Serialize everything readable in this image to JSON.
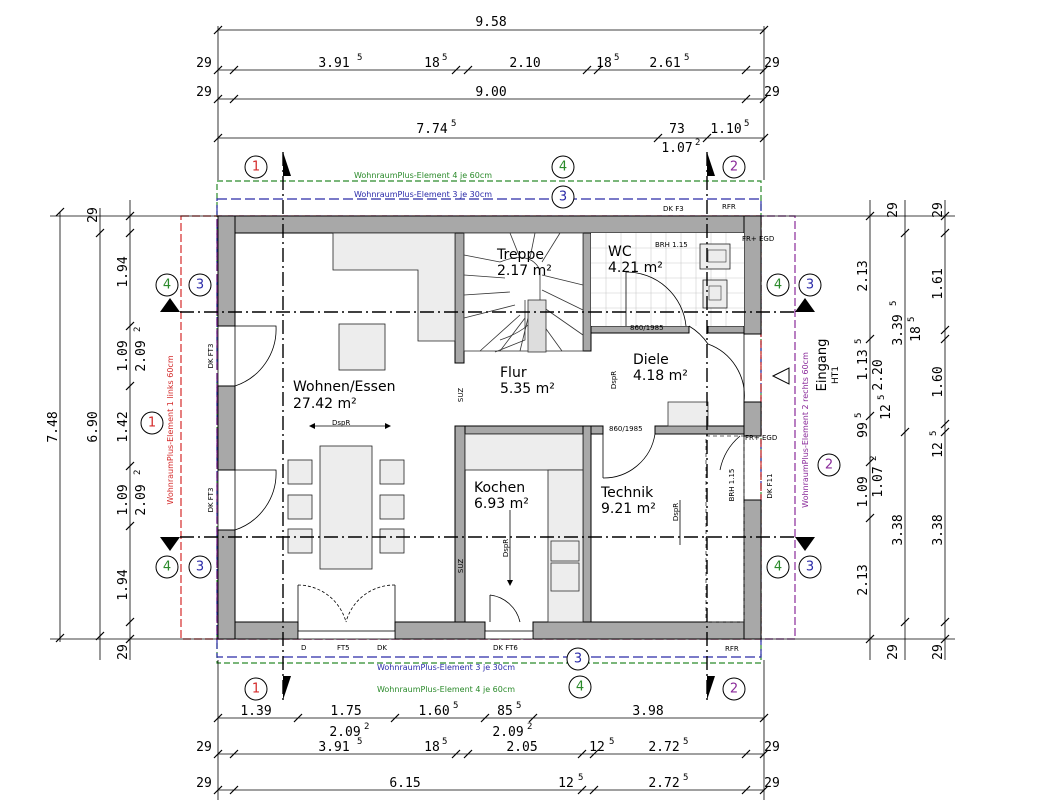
{
  "dimensions": {
    "top": {
      "overall": "9.58",
      "row2": [
        "29",
        "3.91",
        "5",
        "18",
        "5",
        "2.10",
        "18",
        "5",
        "2.61",
        "5",
        "29"
      ],
      "row3": [
        "29",
        "9.00",
        "29"
      ],
      "row4": [
        "7.74",
        "5",
        "73",
        "1.10",
        "5",
        "1.07",
        "2"
      ]
    },
    "bottom": {
      "row1": [
        "1.39",
        "1.75",
        "1.60",
        "5",
        "85",
        "5",
        "3.98"
      ],
      "row1b": [
        "2.09",
        "2",
        "2.09",
        "2"
      ],
      "row2": [
        "29",
        "3.91",
        "5",
        "18",
        "5",
        "2.05",
        "12",
        "5",
        "2.72",
        "5",
        "29"
      ],
      "row3": [
        "29",
        "6.15",
        "12",
        "5",
        "2.72",
        "5",
        "29"
      ]
    },
    "left": {
      "overall": "7.48",
      "inner": "6.90",
      "segments": [
        "29",
        "1.94",
        "1.09",
        "2.09",
        "2",
        "1.42",
        "1.09",
        "2.09",
        "2",
        "1.94",
        "29"
      ]
    },
    "right": {
      "col1": [
        "29",
        "2.13",
        "1.13",
        "5",
        "2.20",
        "99",
        "5",
        "12",
        "5",
        "1.09",
        "1.07",
        "2",
        "2.13",
        "29"
      ],
      "col2": [
        "3.39",
        "5",
        "3.38"
      ],
      "col3": [
        "29",
        "1.61",
        "18",
        "5",
        "1.60",
        "12",
        "5",
        "3.38",
        "29"
      ]
    }
  },
  "rooms": {
    "treppe": {
      "name": "Treppe",
      "area": "2.17 m²"
    },
    "wc": {
      "name": "WC",
      "area": "4.21 m²"
    },
    "wohnen": {
      "name": "Wohnen/Essen",
      "area": "27.42 m²"
    },
    "flur": {
      "name": "Flur",
      "area": "5.35 m²"
    },
    "diele": {
      "name": "Diele",
      "area": "4.18 m²"
    },
    "kochen": {
      "name": "Kochen",
      "area": "6.93 m²"
    },
    "technik": {
      "name": "Technik",
      "area": "9.21 m²"
    }
  },
  "wall_elements": {
    "top_green": "WohnraumPlus-Element 4 je 60cm",
    "top_blue": "WohnraumPlus-Element 3 je 30cm",
    "bottom_blue": "WohnraumPlus-Element 3 je 30cm",
    "bottom_green": "WohnraumPlus-Element 4 je 60cm",
    "left_red": "WohnraumPlus-Element 1 links 60cm",
    "right_purple": "WohnraumPlus-Element 2 rechts 60cm"
  },
  "labels": {
    "eingang": "Eingang",
    "ht1": "HT1",
    "rfr": "RFR",
    "dk_ft3": "DK FT3",
    "dk_ft3b": "DK FT3",
    "dk_f11": "DK F11",
    "dk_f3": "DK F3",
    "d": "D",
    "ft5": "FT5",
    "dk": "DK",
    "dk_ft6": "DK FT6",
    "suz1": "SUZ",
    "suz2": "SUZ",
    "dspr1": "DspR",
    "dspr2": "DspR",
    "dspr3": "DspR",
    "dspr4": "DspR",
    "brh1": "BRH 1.15",
    "brh2": "BRH 1.15",
    "h1": "860/1985",
    "h2": "860/1985",
    "fr": "FR+ EGD"
  },
  "axis_markers": {
    "top": [
      "1",
      "4",
      "3",
      "2"
    ],
    "bottom": [
      "1",
      "3",
      "4",
      "2"
    ],
    "left_upper": [
      "4",
      "3"
    ],
    "left_mid": "1",
    "left_lower": [
      "4",
      "3"
    ],
    "right_upper": [
      "4",
      "3"
    ],
    "right_mid": "2",
    "right_lower": [
      "4",
      "3"
    ]
  },
  "colors": {
    "red": "#d42a2a",
    "green": "#2a8a2a",
    "blue": "#2a2aa8",
    "purple": "#8a2a9a",
    "wall": "#a8a8a8"
  }
}
